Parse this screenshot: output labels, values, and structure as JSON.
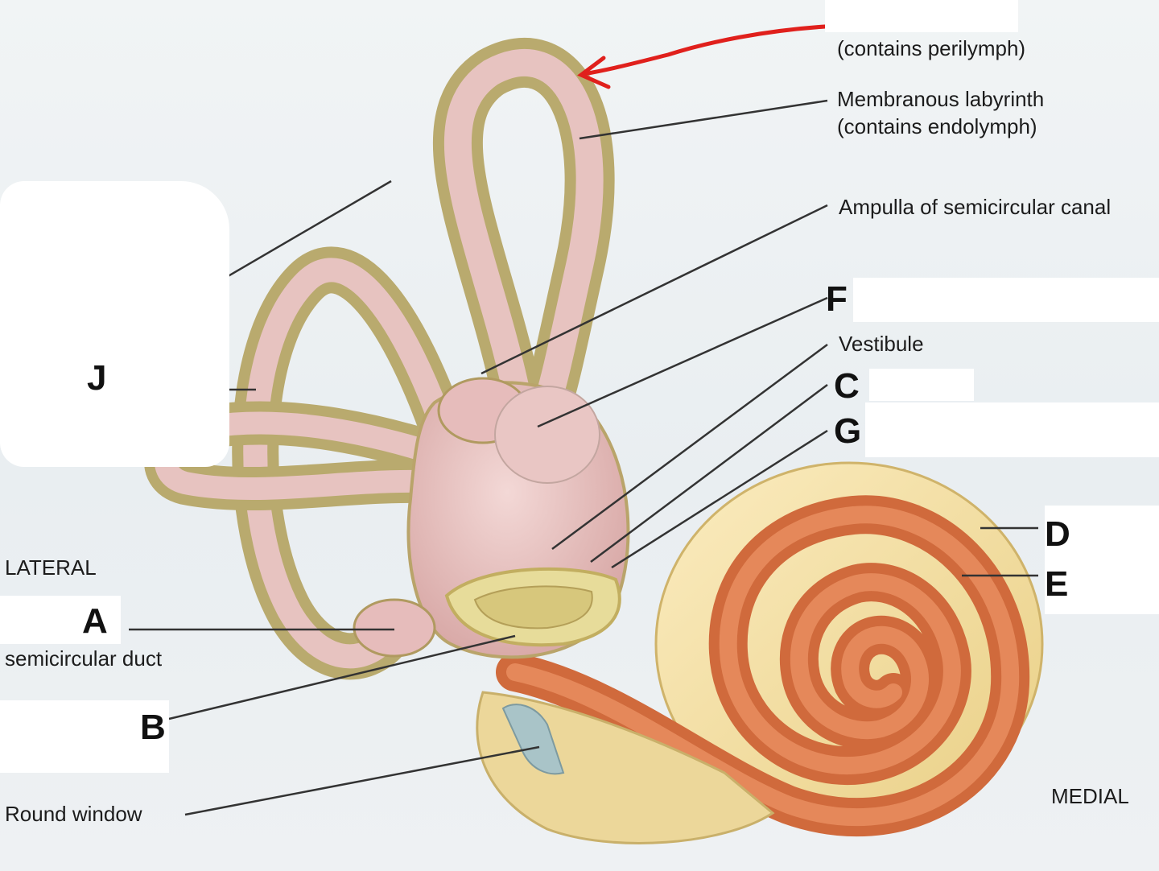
{
  "labels": {
    "perilymph": "(contains perilymph)",
    "membranous_1": "Membranous labyrinth",
    "membranous_2": "(contains endolymph)",
    "ampulla": "Ampulla of semicircular canal",
    "vestibule": "Vestibule",
    "lateral": "LATERAL",
    "semicircular_duct": "semicircular duct",
    "round_window": "Round window",
    "medial": "MEDIAL"
  },
  "letters": {
    "J": "J",
    "F": "F",
    "C": "C",
    "G": "G",
    "D": "D",
    "E": "E",
    "A": "A",
    "B": "B"
  },
  "colors": {
    "bony_labyrinth": "#c9bd85",
    "membranous": "#e8c3c2",
    "cochlea_outer": "#f3dfa0",
    "cochlea_duct": "#e0784a",
    "arrow": "#e0201c",
    "leader": "#333333"
  }
}
